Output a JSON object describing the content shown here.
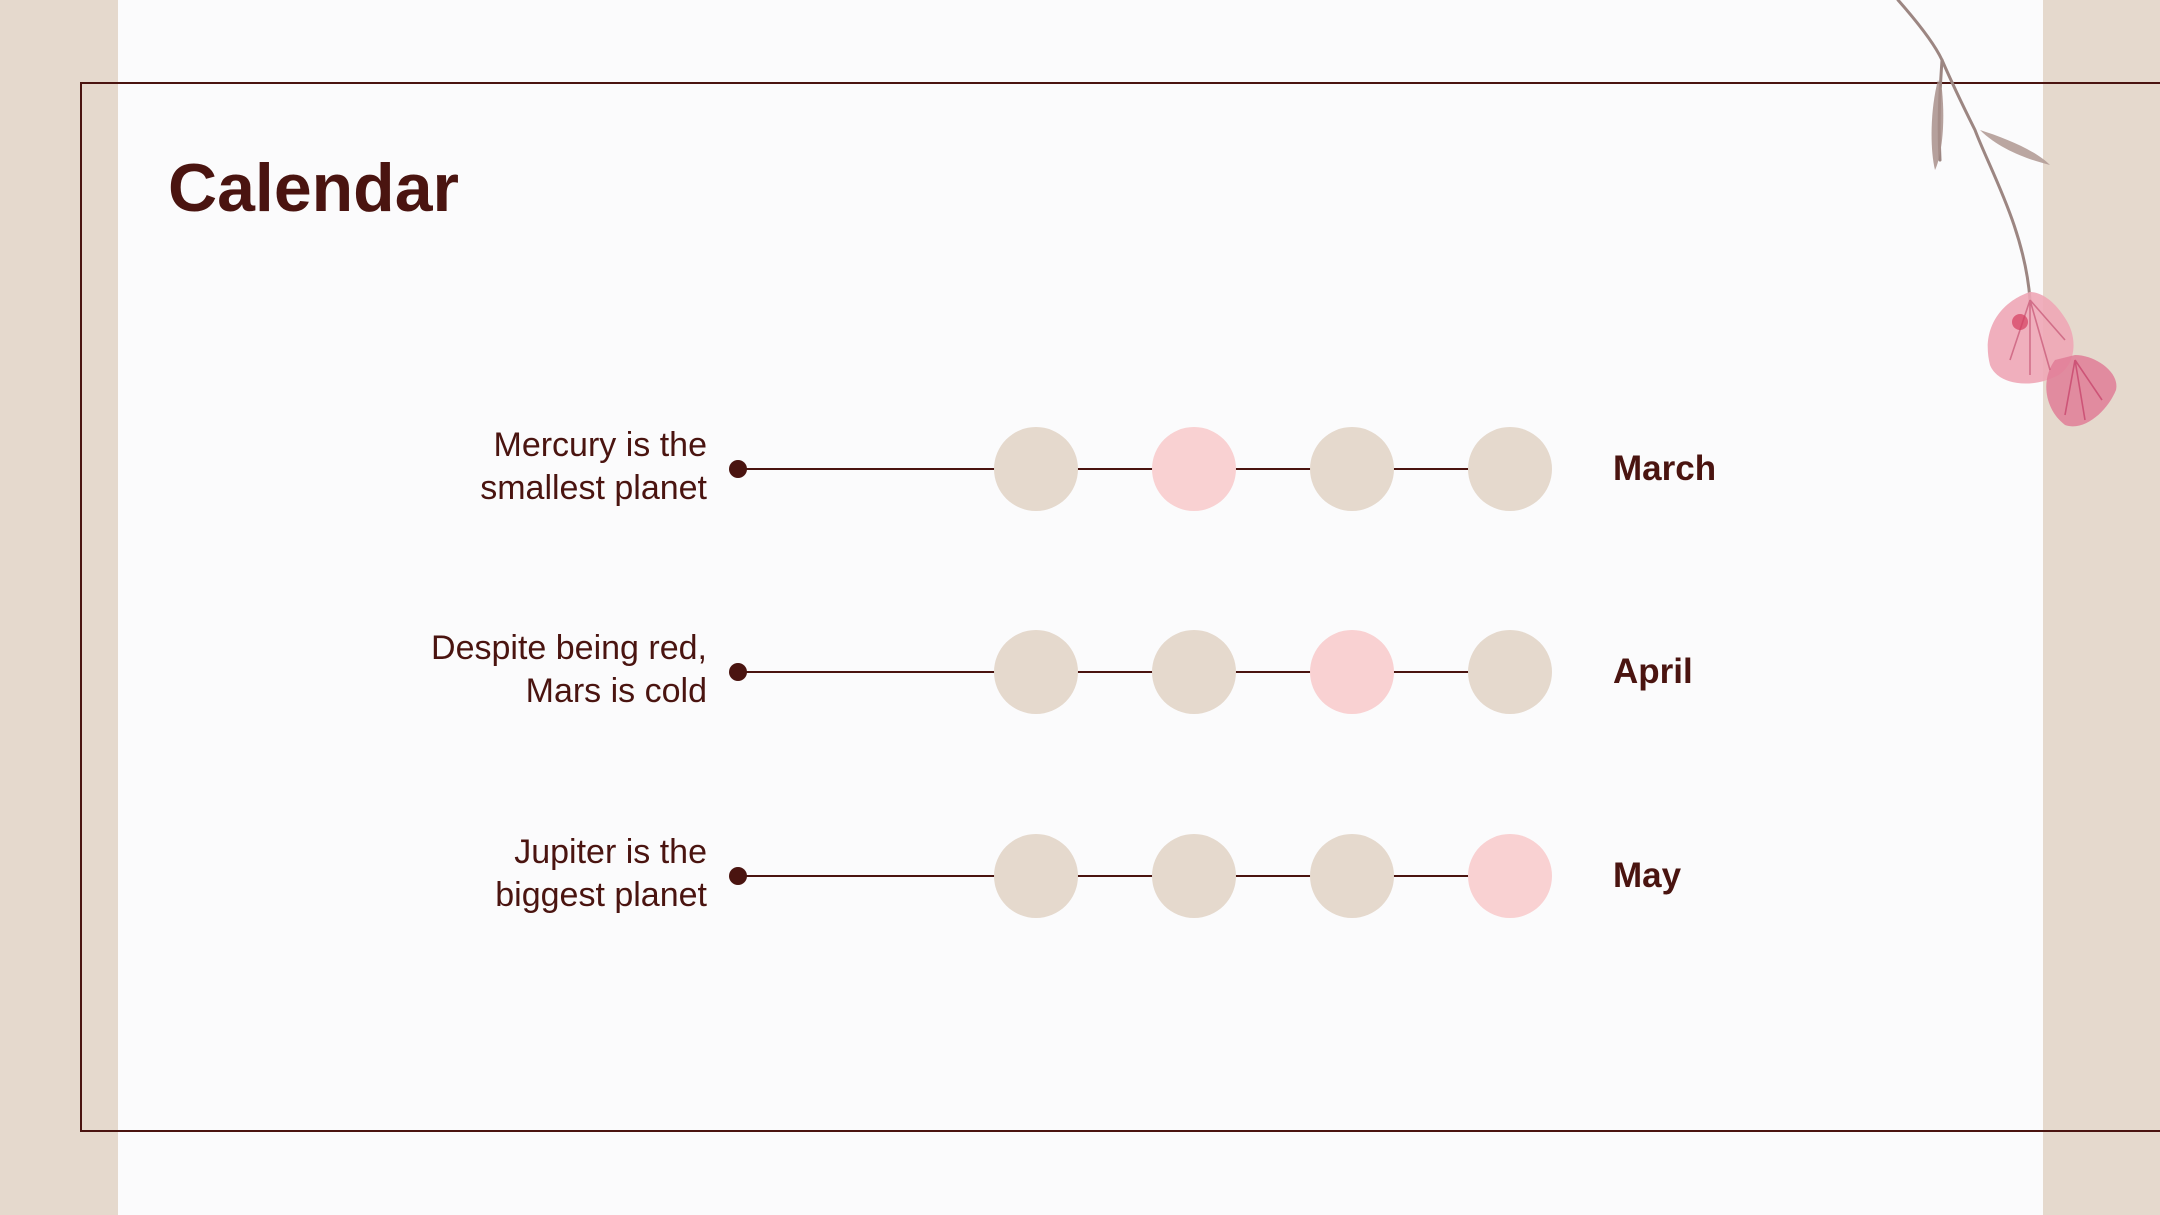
{
  "slide": {
    "title": "Calendar"
  },
  "rows": [
    {
      "desc_line1": "Mercury is the",
      "desc_line2": "smallest planet",
      "month": "March",
      "active_index": 1
    },
    {
      "desc_line1": "Despite being red,",
      "desc_line2": "Mars is cold",
      "month": "April",
      "active_index": 2
    },
    {
      "desc_line1": "Jupiter is the",
      "desc_line2": "biggest planet",
      "month": "May",
      "active_index": 3
    }
  ],
  "colors": {
    "text": "#4a1410",
    "circle": "#e5d9cd",
    "circle_active": "#f9d1d2",
    "band": "#e5d9cd",
    "background": "#fbfbfc"
  },
  "decoration": {
    "icon": "flower-branch-icon"
  }
}
